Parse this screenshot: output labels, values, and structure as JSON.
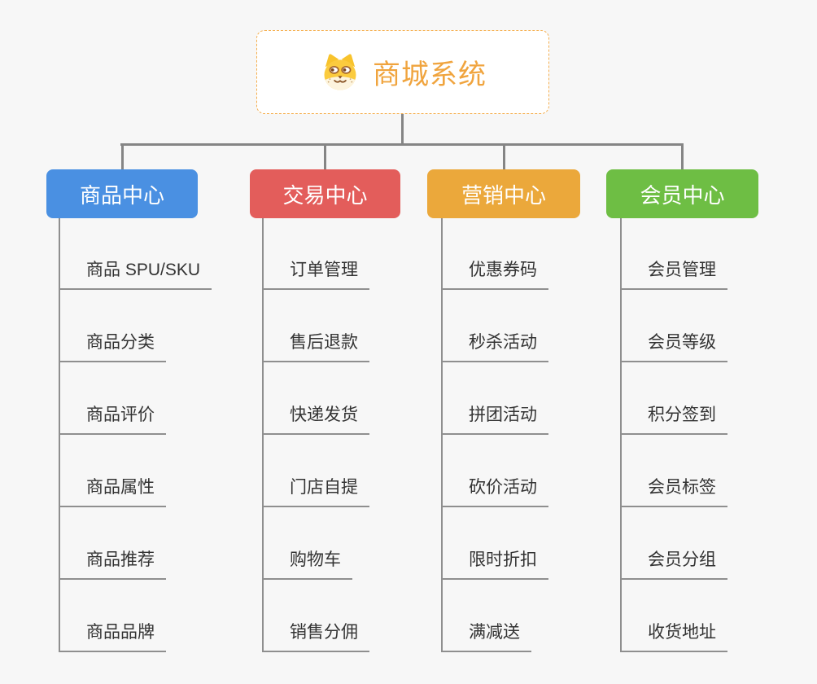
{
  "page": {
    "background_color": "#F7F7F7",
    "line_color": "#8F8F8F",
    "connector_color": "#858585"
  },
  "root": {
    "title": "商城系统",
    "icon": "shiba-dog-icon",
    "text_color": "#F0A43E",
    "border_color": "#F5AF4F"
  },
  "branches": [
    {
      "label": "商品中心",
      "color": "#4A90E2",
      "items": [
        "商品 SPU/SKU",
        "商品分类",
        "商品评价",
        "商品属性",
        "商品推荐",
        "商品品牌"
      ]
    },
    {
      "label": "交易中心",
      "color": "#E35D5B",
      "items": [
        "订单管理",
        "售后退款",
        "快递发货",
        "门店自提",
        "购物车",
        "销售分佣"
      ]
    },
    {
      "label": "营销中心",
      "color": "#EBA83B",
      "items": [
        "优惠券码",
        "秒杀活动",
        "拼团活动",
        "砍价活动",
        "限时折扣",
        "满减送"
      ]
    },
    {
      "label": "会员中心",
      "color": "#6EBE44",
      "items": [
        "会员管理",
        "会员等级",
        "积分签到",
        "会员标签",
        "会员分组",
        "收货地址"
      ]
    }
  ]
}
